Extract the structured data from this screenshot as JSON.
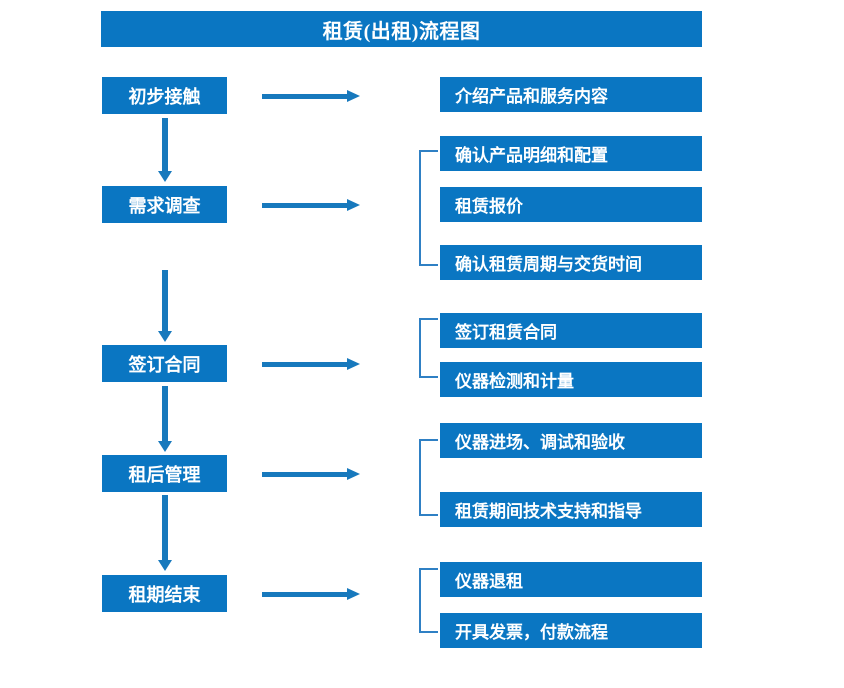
{
  "diagram": {
    "title": "租赁(出租)流程图",
    "accent_color": "#0a76c2",
    "connector_color": "#1779bd",
    "bracket_color": "#2f80c4",
    "text_color": "#ffffff",
    "background_color": "#ffffff",
    "stages": [
      {
        "id": "stage-1",
        "label": "初步接触"
      },
      {
        "id": "stage-2",
        "label": "需求调查"
      },
      {
        "id": "stage-3",
        "label": "签订合同"
      },
      {
        "id": "stage-4",
        "label": "租后管理"
      },
      {
        "id": "stage-5",
        "label": "租期结束"
      }
    ],
    "details": [
      {
        "id": "detail-1",
        "label": "介绍产品和服务内容"
      },
      {
        "id": "detail-2",
        "label": "确认产品明细和配置"
      },
      {
        "id": "detail-3",
        "label": "租赁报价"
      },
      {
        "id": "detail-4",
        "label": "确认租赁周期与交货时间"
      },
      {
        "id": "detail-5",
        "label": "签订租赁合同"
      },
      {
        "id": "detail-6",
        "label": "仪器检测和计量"
      },
      {
        "id": "detail-7",
        "label": "仪器进场、调试和验收"
      },
      {
        "id": "detail-8",
        "label": "租赁期间技术支持和指导"
      },
      {
        "id": "detail-9",
        "label": "仪器退租"
      },
      {
        "id": "detail-10",
        "label": "开具发票，付款流程"
      }
    ]
  }
}
